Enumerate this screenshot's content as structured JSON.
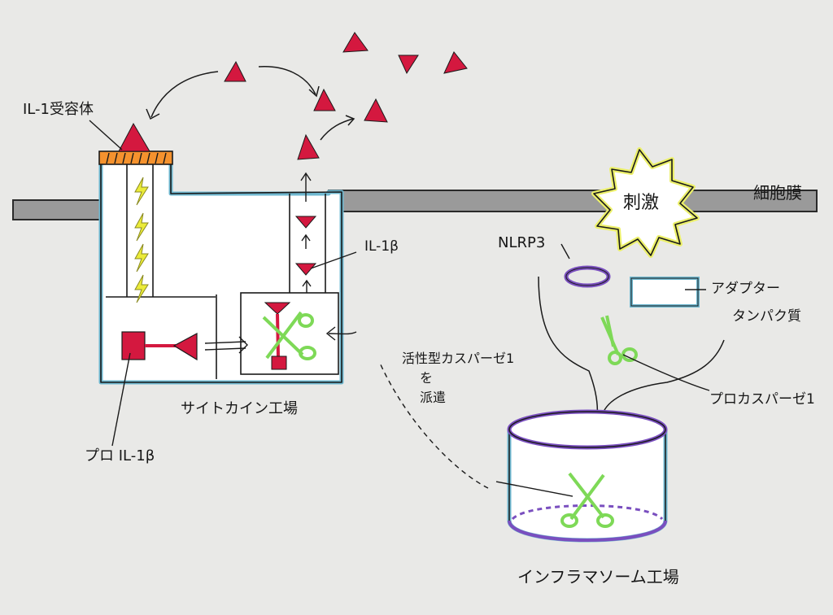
{
  "labels": {
    "il1_receptor": "IL-1受容体",
    "stimulus": "刺激",
    "cell_membrane": "細胞膜",
    "nlrp3": "NLRP3",
    "il1b": "IL-1β",
    "adapter_protein_line1": "アダプター",
    "adapter_protein_line2": "タンパク質",
    "active_caspase_line1": "活性型カスパーゼ1",
    "active_caspase_line2": "を",
    "active_caspase_line3": "派遣",
    "procaspase1": "プロカスパーゼ1",
    "cytokine_factory": "サイトカイン工場",
    "pro_il1b": "プロ IL-1β",
    "inflammasome_factory": "インフラマソーム工場"
  },
  "colors": {
    "background": "#e9e9e7",
    "membrane": "#9a9a9a",
    "cell_outline": "#6fb8d0",
    "ink": "#161616",
    "cytokine_red": "#d4183f",
    "receptor_orange": "#f5922e",
    "lightning_yellow": "#ebeb3a",
    "scissors_green": "#7ed957",
    "inflammasome_purple": "#7a4fbf",
    "star_yellow": "#ecf06a"
  }
}
